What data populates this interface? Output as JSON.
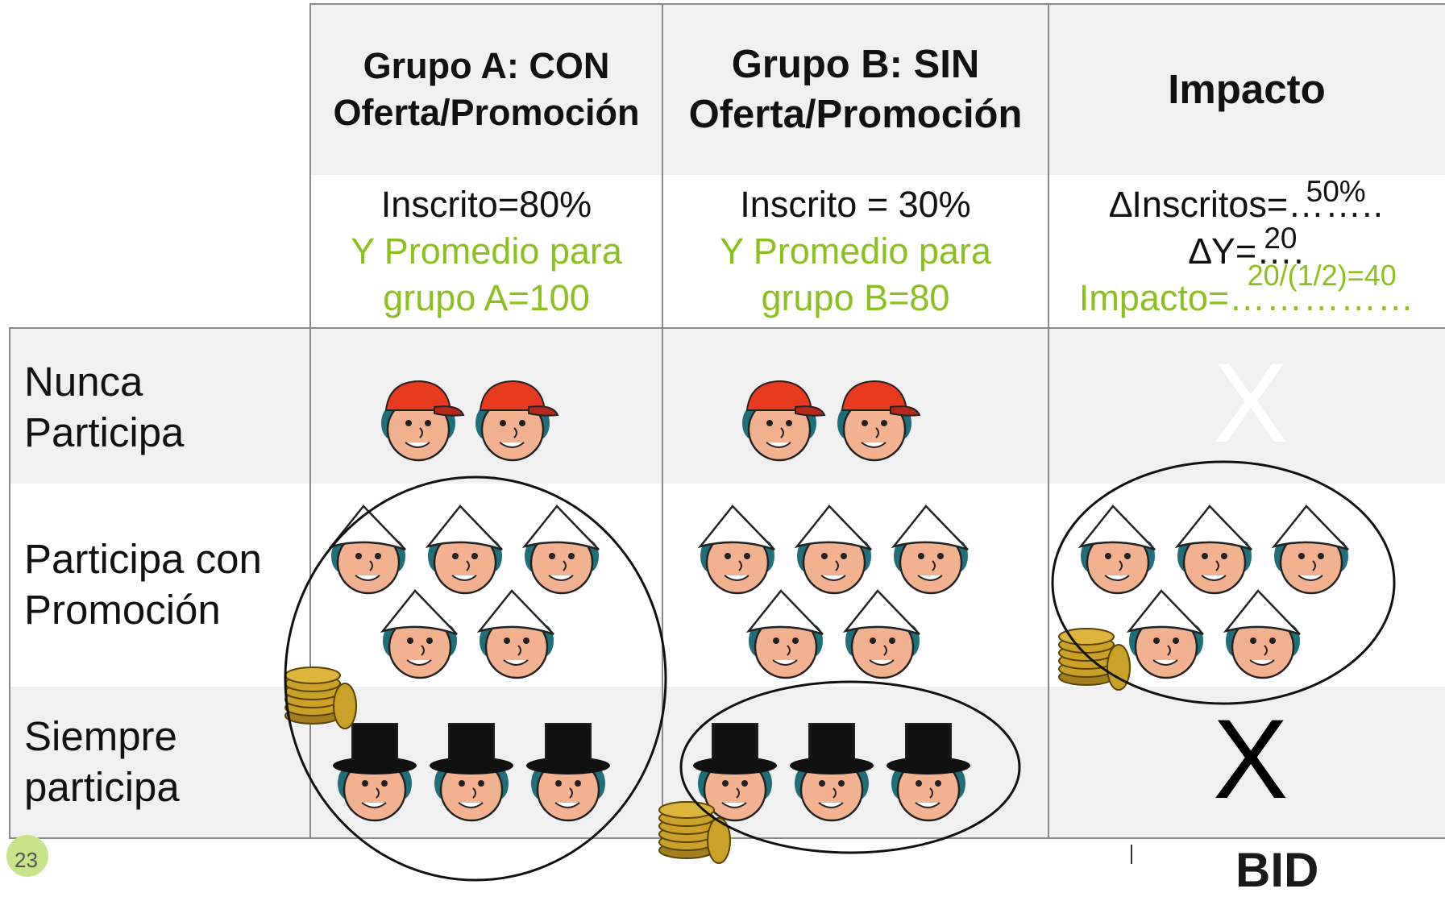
{
  "headers": {
    "group_a": "Grupo A: CON Oferta/Promoción",
    "group_b": "Grupo B: SIN Oferta/Promoción",
    "impact": "Impacto"
  },
  "group_a_stats": {
    "enrolled": "Inscrito=80%",
    "avg_label": "Y Promedio para",
    "avg_value": "grupo A=100"
  },
  "group_b_stats": {
    "enrolled": "Inscrito = 30%",
    "avg_label": "Y Promedio para",
    "avg_value": "grupo B=80"
  },
  "impact_stats": {
    "delta_enrolled_label": "∆Inscritos=",
    "delta_enrolled_value": "50%",
    "delta_enrolled_dots": "……..",
    "delta_y_label": "∆Y=",
    "delta_y_value": "20",
    "delta_y_dots": "….",
    "impact_label": "Impacto=",
    "impact_value": "20/(1/2)=40",
    "impact_dots": "……………"
  },
  "rows": {
    "never": "Nunca Participa",
    "with_promo": "Participa con Promoción",
    "always": "Siempre participa"
  },
  "marks": {
    "x_never": "X",
    "x_always": "X"
  },
  "footer": {
    "page_number": "23",
    "logo": "BID"
  },
  "colors": {
    "green_text": "#8cbf1f",
    "red_cap": "#e83a1e",
    "black_hat": "#111111",
    "white_hat": "#ffffff",
    "coin": "#c9a227"
  }
}
